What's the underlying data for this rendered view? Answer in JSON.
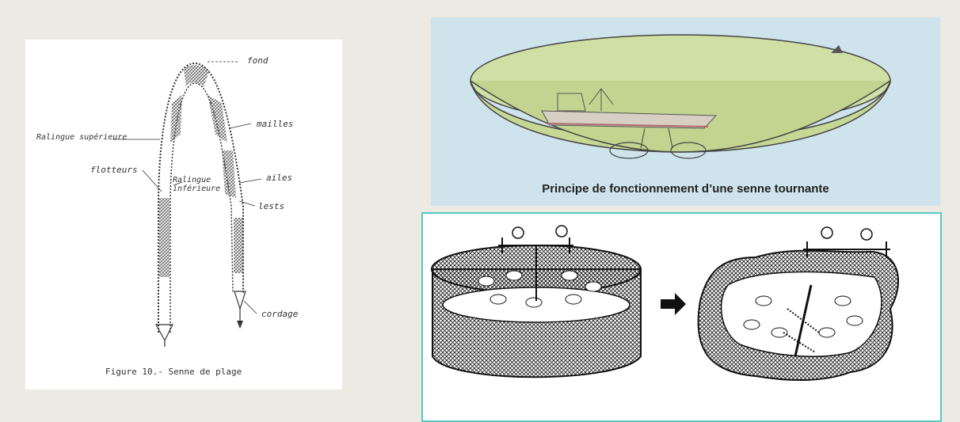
{
  "left_figure": {
    "labels": {
      "fond": "fond",
      "mailles": "mailles",
      "ralingue_superieure": "Ralingue supérieure",
      "flotteurs": "flotteurs",
      "ralingue_inferieure": "Ralingue inférieure",
      "ailes": "ailes",
      "lests": "lests",
      "cordage": "cordage"
    },
    "caption": "Figure 10.- Senne de plage"
  },
  "top_right": {
    "caption": "Principe de fonctionnement d’une senne tournante"
  },
  "colors": {
    "background": "#eceae2",
    "teal_border": "#57c8c4",
    "water": "#cfe3ec",
    "net_green": "#cfe0a4"
  }
}
